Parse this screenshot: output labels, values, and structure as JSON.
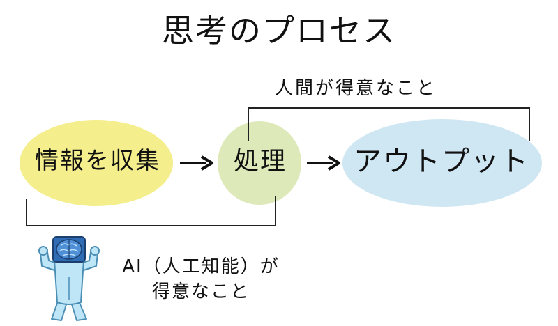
{
  "title": "思考のプロセス",
  "nodes": {
    "collect": "情報を収集",
    "process": "処理",
    "output": "アウトプット"
  },
  "labels": {
    "human": "人間が得意なこと",
    "ai_line1": "AI（人工知能）が",
    "ai_line2": "得意なこと"
  },
  "colors": {
    "collect_fill": "#f4ee8c",
    "process_fill": "#dde9b8",
    "output_fill": "#cfe7f2",
    "robot_body": "#bfe6f7",
    "robot_brain": "#2f6cb4"
  },
  "icons": [
    "arrow-right-icon",
    "ai-robot-icon"
  ]
}
